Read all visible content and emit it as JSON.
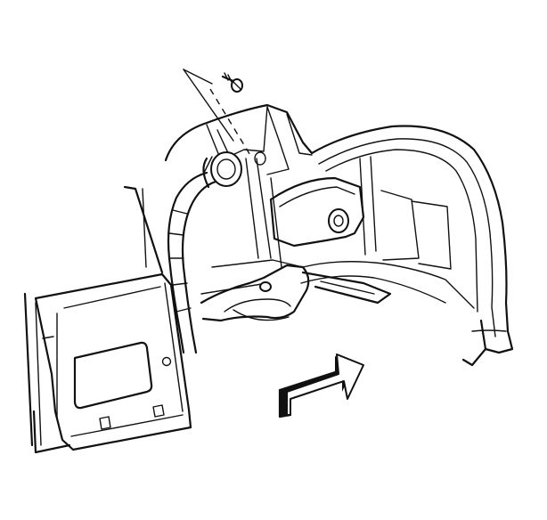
{
  "figure": {
    "kind": "technical-line-illustration",
    "subject": "rear-wheelhouse-wiring-and-bracket",
    "colors": {
      "line": "#111111",
      "background": "#ffffff"
    },
    "icons": [
      "bolt-icon",
      "direction-arrow-icon",
      "leader-line",
      "wiring-harness"
    ]
  }
}
